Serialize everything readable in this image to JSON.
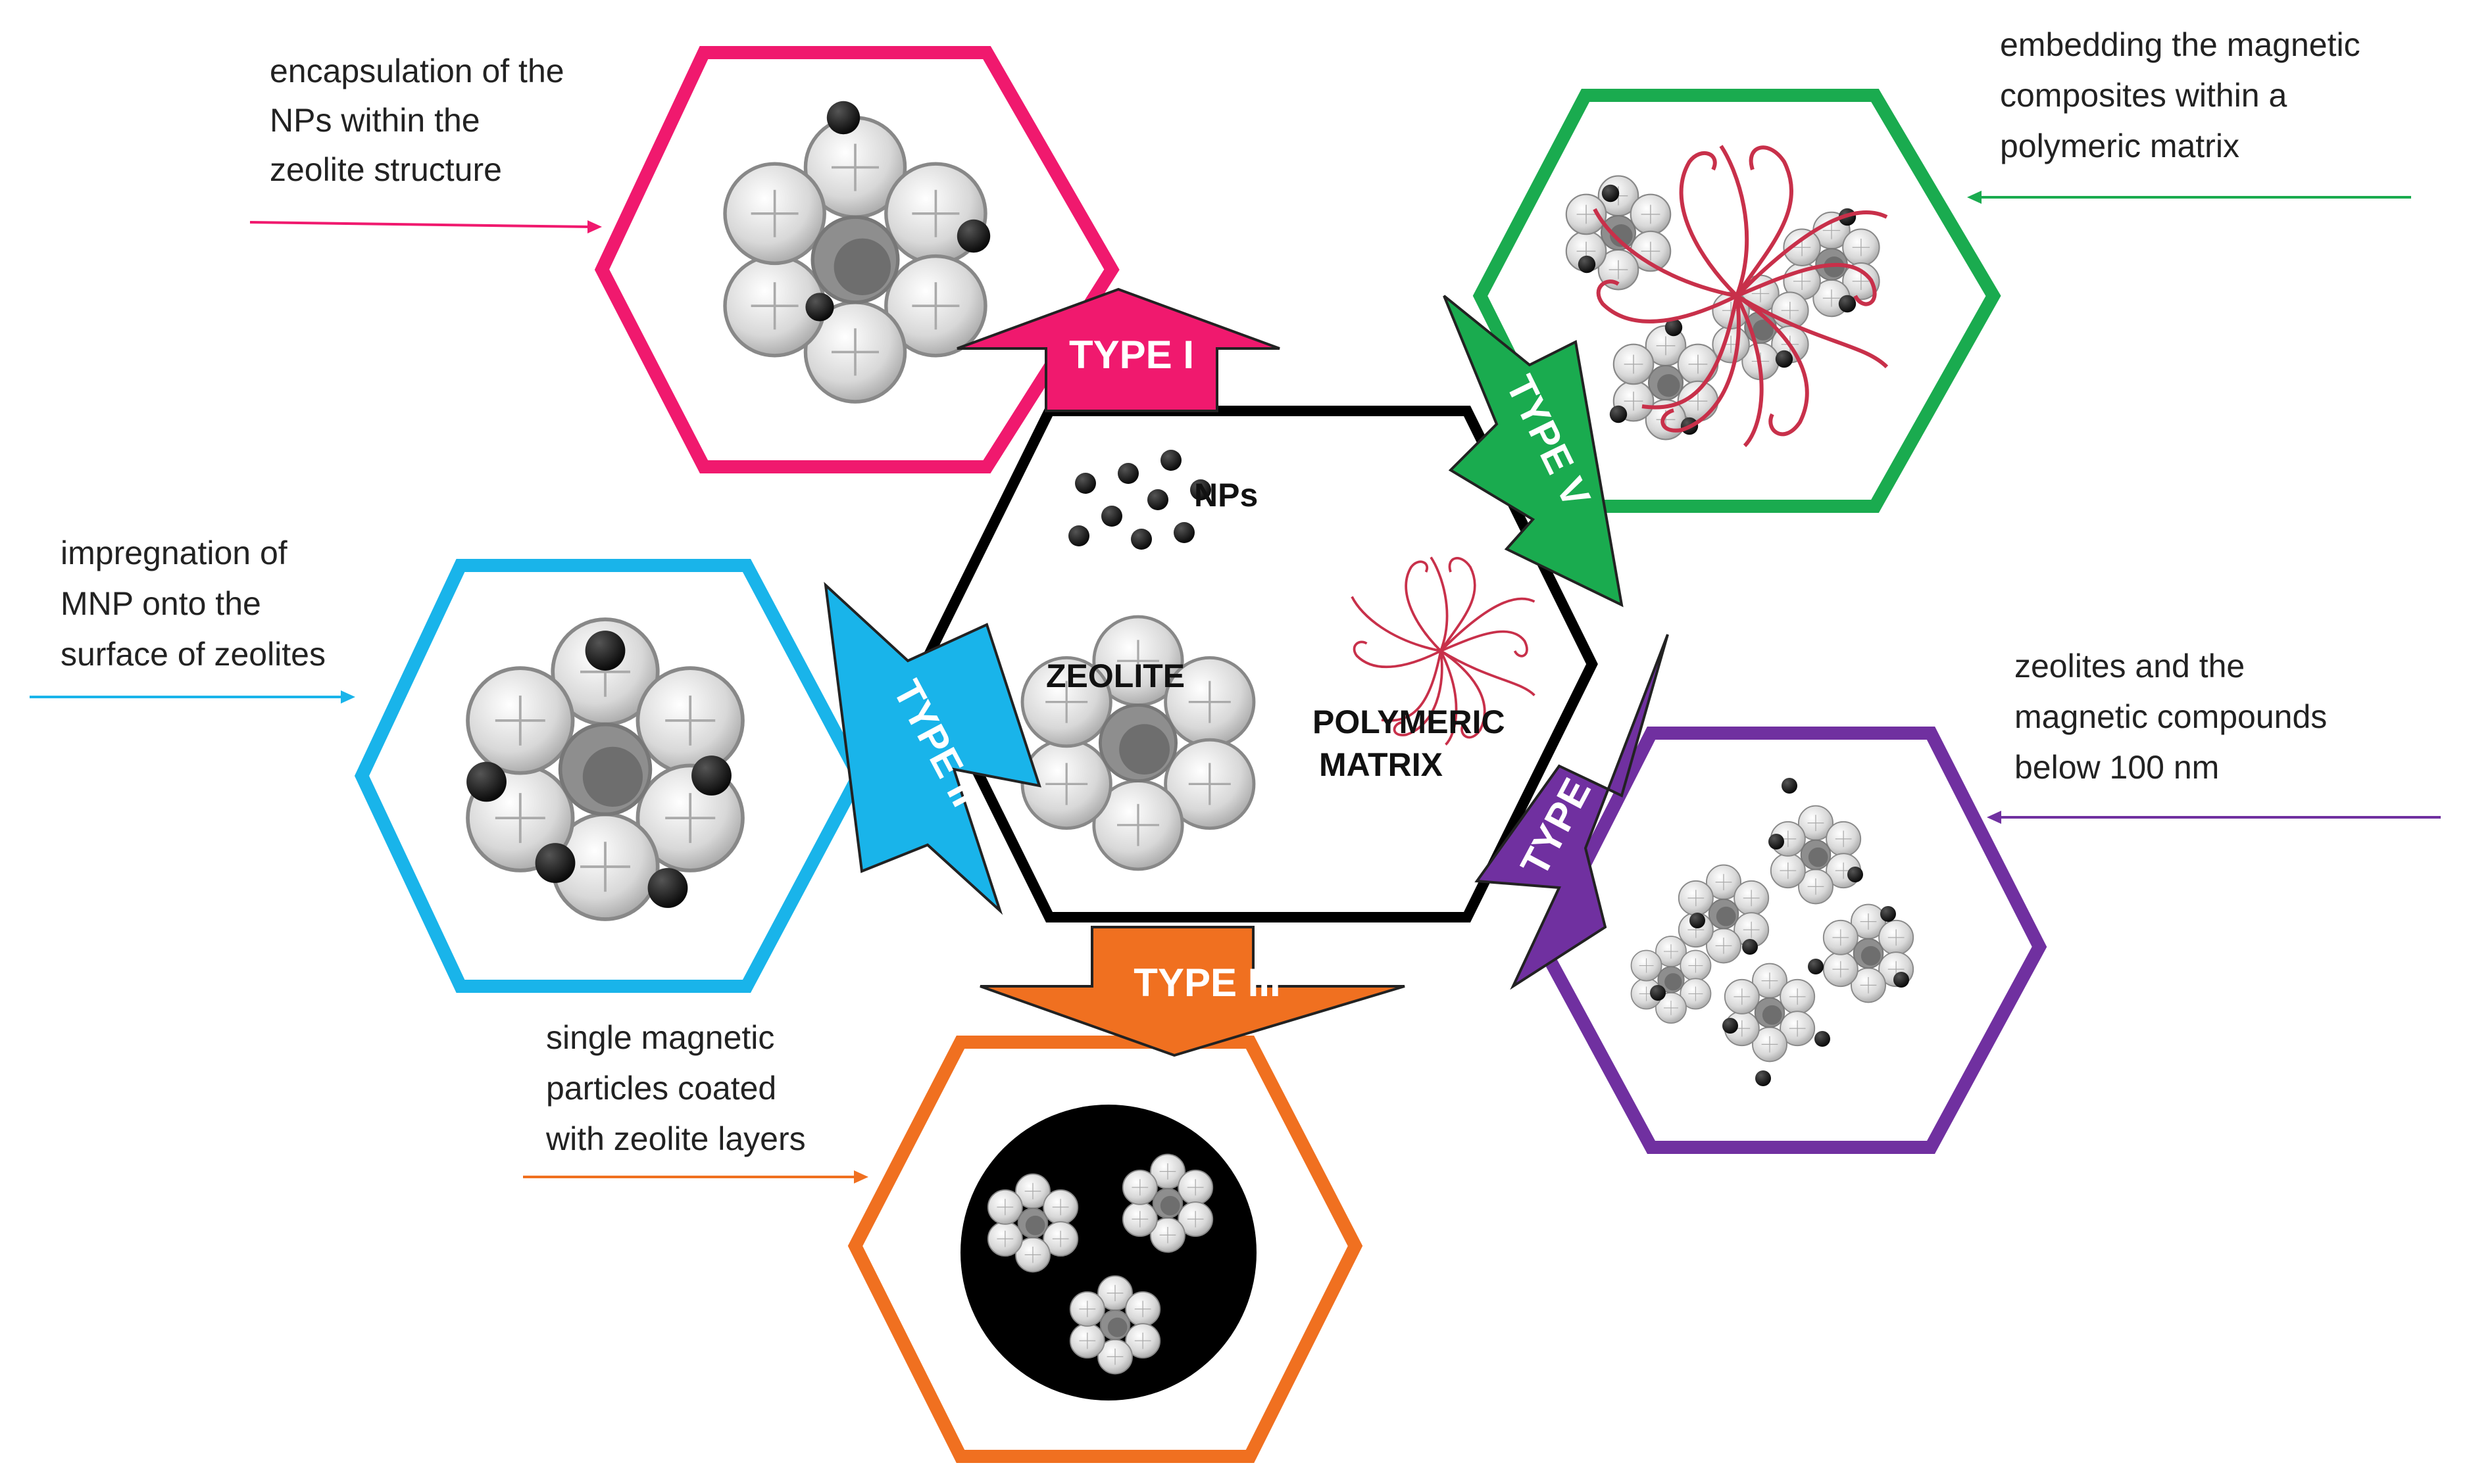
{
  "center": {
    "nps_label": "NPs",
    "zeolite_label": "ZEOLITE",
    "polymer_label_line1": "POLYMERIC",
    "polymer_label_line2": "MATRIX"
  },
  "types": [
    {
      "id": "type-1",
      "label": "TYPE I",
      "color": "#f0196e",
      "description": [
        "encapsulation of the",
        "NPs within the",
        "zeolite structure"
      ]
    },
    {
      "id": "type-2",
      "label": "TYPE II",
      "color": "#19b4ea",
      "description": [
        "impregnation of",
        "MNP onto the",
        "surface of zeolites"
      ]
    },
    {
      "id": "type-3",
      "label": "TYPE III",
      "color": "#f07020",
      "description": [
        "single magnetic",
        "particles coated",
        "with zeolite layers"
      ]
    },
    {
      "id": "type-4",
      "label": "TYPE IV",
      "color": "#7030a0",
      "description": [
        "zeolites and the",
        "magnetic compounds",
        "below 100 nm"
      ]
    },
    {
      "id": "type-5",
      "label": "TYPE V",
      "color": "#1aab4f",
      "description": [
        "embedding the magnetic",
        "composites within a",
        "polymeric matrix"
      ]
    }
  ],
  "colors": {
    "center_outline": "#000000",
    "polymer_strands": "#c8304a",
    "nanoparticle": "#111111",
    "zeolite_fill": "#dcdcdc"
  }
}
